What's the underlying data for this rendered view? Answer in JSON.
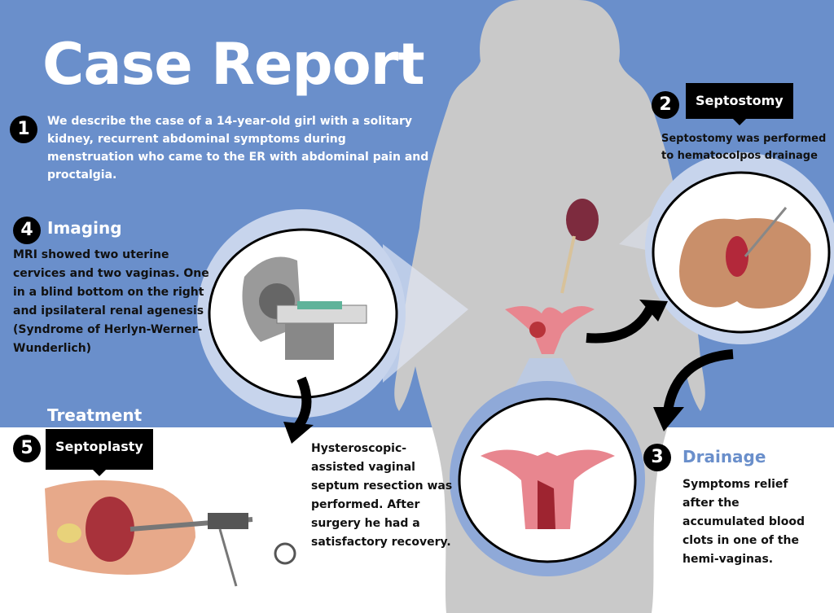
{
  "title": "Case Report",
  "step1": {
    "number": "1",
    "text": "We describe the case of a 14-year-old girl with a solitary kidney, recurrent abdominal symptoms during menstruation who came to the ER with abdominal pain and proctalgia."
  },
  "step2": {
    "number": "2",
    "label": "Septostomy",
    "text": "Septostomy was performed to hematocolpos drainage"
  },
  "step3": {
    "number": "3",
    "label": "Drainage",
    "text": "Symptoms relief after the accumulated blood clots in one of the hemi-vaginas."
  },
  "step4": {
    "number": "4",
    "label": "Imaging",
    "text": "MRI showed two uterine cervices and two vaginas. One in a blind bottom on the right and ipsilateral renal agenesis (Syndrome of Herlyn-Werner-Wunderlich)"
  },
  "step5": {
    "section": "Treatment",
    "number": "5",
    "label": "Septoplasty",
    "text": "Hysteroscopic-assisted vaginal septum resection was performed. After surgery he had a satisfactory recovery."
  },
  "colors": {
    "background": "#6a8fcb",
    "silhouette": "#c9c9c9",
    "accent": "#6a8fcb"
  }
}
